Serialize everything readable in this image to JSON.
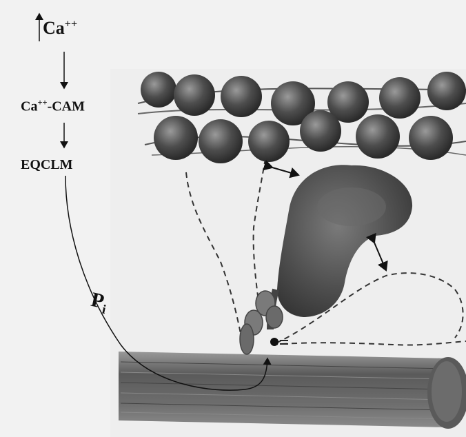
{
  "labels": {
    "ca_base": "Ca",
    "ca_charge": "++",
    "cacam_base": "Ca",
    "cacam_charge": "++",
    "cacam_suffix": "-CAM",
    "eqclm": "EQCLM",
    "pi_base": "P",
    "pi_sub": "i"
  },
  "colors": {
    "background": "#f2f2f2",
    "paper": "#efefef",
    "ink": "#111111",
    "actin_bead": "#4a4a4a",
    "myosin_head": "#5a5a5a",
    "filament": "#6a6a6a"
  }
}
